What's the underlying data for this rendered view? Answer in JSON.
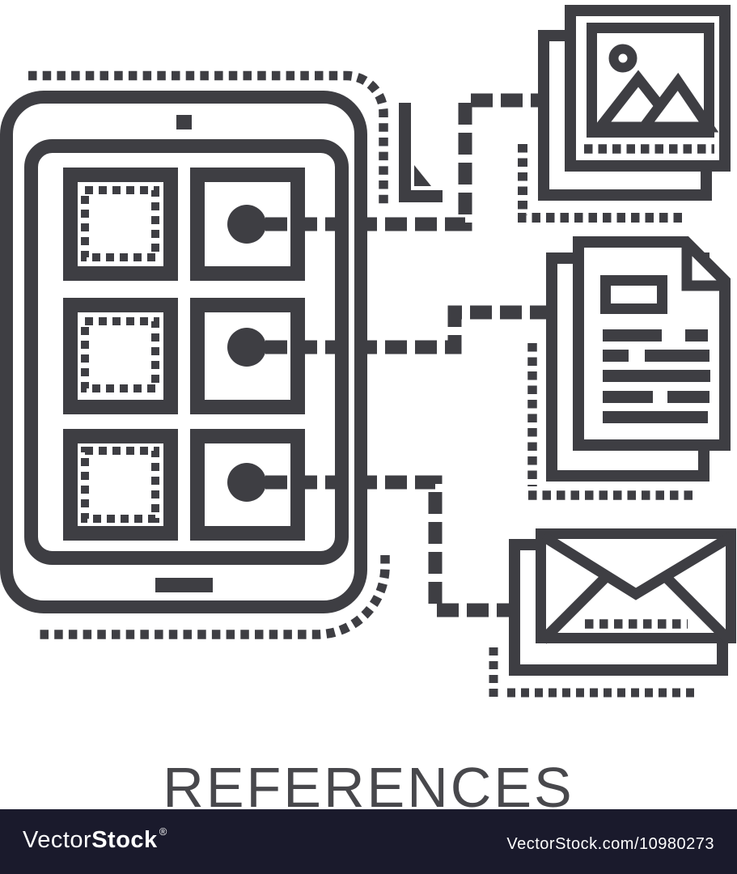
{
  "colors": {
    "ink": "#3e3e43",
    "background": "#ffffff",
    "banner_background": "#1a1a2c",
    "caption_text": "#48484c",
    "watermark_text": "#ffffff"
  },
  "illustration": {
    "caption": "REFERENCES",
    "icon_names": [
      "tablet-wireframe-icon",
      "picture-stack-icon",
      "document-stack-icon",
      "envelope-stack-icon",
      "corner-ruler-icon",
      "dashed-connector-lines",
      "dotted-outline-accents"
    ]
  },
  "footer": {
    "brand_light": "Vector",
    "brand_bold": "Stock",
    "registered_mark": "®",
    "credit_url": "VectorStock.com/10980273"
  }
}
